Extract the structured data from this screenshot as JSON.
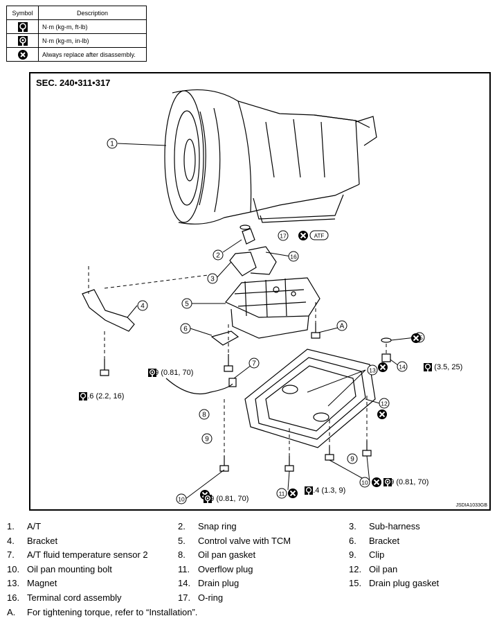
{
  "legend": {
    "header_symbol": "Symbol",
    "header_description": "Description",
    "rows": [
      {
        "icon": "torque-wrench-icon",
        "description": "N·m (kg-m, ft-lb)"
      },
      {
        "icon": "torque-wrench-inlb-icon",
        "description": "N·m (kg-m, in-lb)"
      },
      {
        "icon": "replace-x-icon",
        "description": "Always replace after disassembly."
      }
    ]
  },
  "diagram": {
    "section": "SEC. 240•311•317",
    "image_code": "JSDIA1033GB",
    "callouts": [
      "1",
      "2",
      "3",
      "4",
      "5",
      "6",
      "7",
      "8",
      "9",
      "9",
      "10",
      "10",
      "11",
      "12",
      "13",
      "14",
      "15",
      "16",
      "17"
    ],
    "atf_label": "ATF",
    "ref_a": "A",
    "torques": {
      "bracket": "21.6 (2.2, 16)",
      "sensor": "7.9 (0.81, 70)",
      "drain_plug": "34 (3.5, 25)",
      "pan_bolt_right": "7.9 (0.81, 70)",
      "pan_bolt_left": "7.9 (0.81, 70)",
      "overflow_plug": "12.4 (1.3, 9)"
    }
  },
  "parts": [
    [
      {
        "n": "1.",
        "t": "A/T"
      },
      {
        "n": "2.",
        "t": "Snap ring"
      },
      {
        "n": "3.",
        "t": "Sub-harness"
      }
    ],
    [
      {
        "n": "4.",
        "t": "Bracket"
      },
      {
        "n": "5.",
        "t": "Control valve with TCM"
      },
      {
        "n": "6.",
        "t": "Bracket"
      }
    ],
    [
      {
        "n": "7.",
        "t": "A/T fluid temperature sensor 2"
      },
      {
        "n": "8.",
        "t": "Oil pan gasket"
      },
      {
        "n": "9.",
        "t": "Clip"
      }
    ],
    [
      {
        "n": "10.",
        "t": "Oil pan mounting bolt"
      },
      {
        "n": "11.",
        "t": "Overflow plug"
      },
      {
        "n": "12.",
        "t": "Oil pan"
      }
    ],
    [
      {
        "n": "13.",
        "t": "Magnet"
      },
      {
        "n": "14.",
        "t": "Drain plug"
      },
      {
        "n": "15.",
        "t": "Drain plug gasket"
      }
    ],
    [
      {
        "n": "16.",
        "t": "Terminal cord assembly"
      },
      {
        "n": "17.",
        "t": "O-ring"
      }
    ]
  ],
  "note": {
    "label": "A.",
    "text": "For tightening torque, refer to “Installation”."
  }
}
